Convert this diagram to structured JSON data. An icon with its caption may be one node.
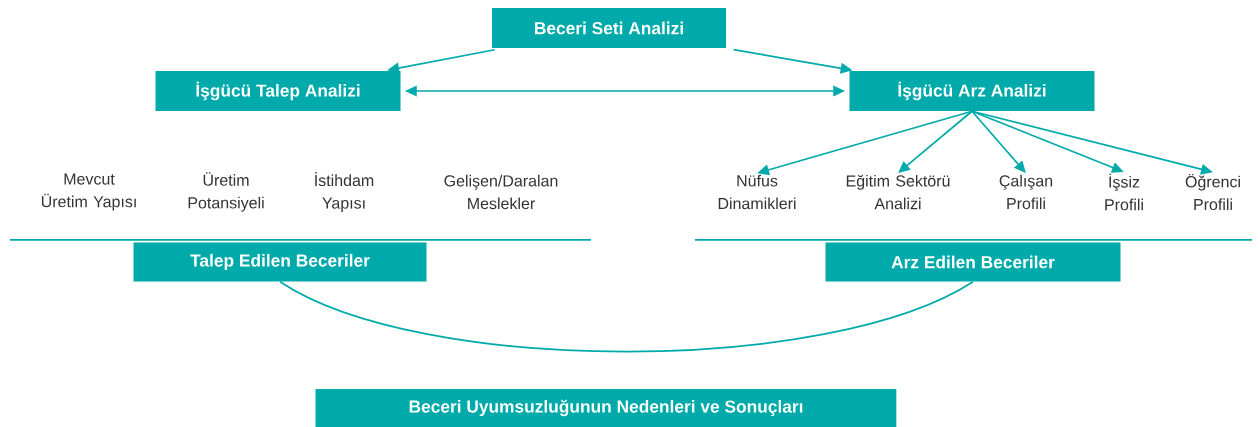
{
  "diagram": {
    "nodes": [
      {
        "text": [
          "Beceri Seti Analizi"
        ]
      },
      {
        "text": [
          "İşgücü Talep Analizi"
        ]
      },
      {
        "text": [
          "İşgücü Arz Analizi"
        ]
      },
      {
        "text": [
          "Mevcut Üretim Yapısı"
        ]
      },
      {
        "text": [
          "Üretim Potansiyeli"
        ]
      },
      {
        "text": [
          "İstihdam Yapısı"
        ]
      },
      {
        "text": [
          "Gelişen/Daralan Meslekler"
        ]
      },
      {
        "text": [
          "Nüfus Dinamikleri"
        ]
      },
      {
        "text": [
          "Eğitim Sektörü Analizi"
        ]
      },
      {
        "text": [
          "Çalışan Profili"
        ]
      },
      {
        "text": [
          "İşsiz Profili"
        ]
      },
      {
        "text": [
          "Öğrenci Profili"
        ]
      },
      {
        "text": [
          "Talep Edilen Beceriler"
        ]
      },
      {
        "text": [
          "Arz Edilen Beceriler"
        ]
      },
      {
        "text": [
          "Beceri Uyumsuzluğunun Nedenleri ve Sonuçları"
        ]
      }
    ],
    "edges": [
      {
        "from": 0,
        "to": 1,
        "arrow": "to"
      },
      {
        "from": 0,
        "to": 2,
        "arrow": "to"
      },
      {
        "from": 1,
        "to": 2,
        "arrow": "both"
      },
      {
        "from": 2,
        "to": 7,
        "arrow": "to"
      },
      {
        "from": 2,
        "to": 8,
        "arrow": "to"
      },
      {
        "from": 2,
        "to": 9,
        "arrow": "to"
      },
      {
        "from": 2,
        "to": 10,
        "arrow": "to"
      },
      {
        "from": 2,
        "to": 11,
        "arrow": "to"
      },
      {
        "from": 12,
        "to": 13,
        "arrow": "none"
      }
    ]
  }
}
